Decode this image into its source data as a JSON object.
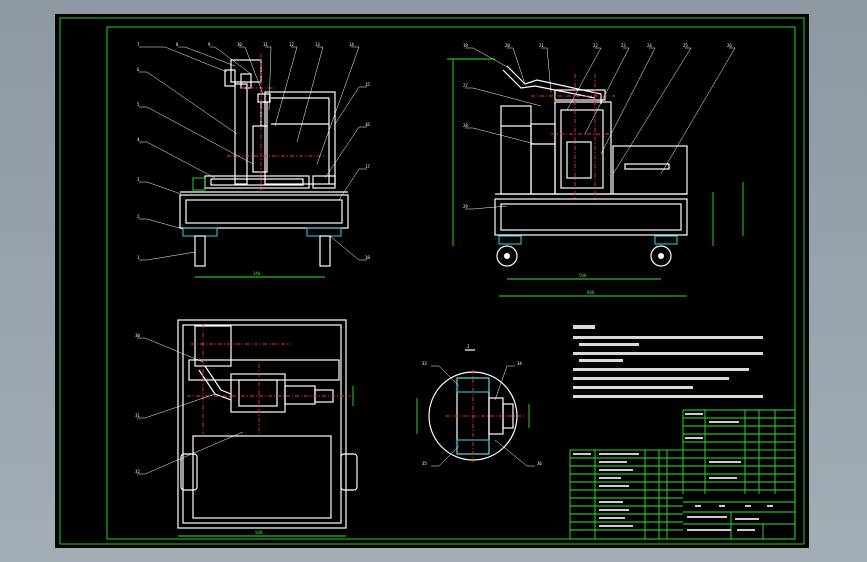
{
  "drawing": {
    "colors": {
      "background": "#000000",
      "frame": "#2ee82e",
      "outline": "#ffffff",
      "centerline": "#ff2a2a",
      "dimension": "#2ee82e",
      "wheel": "#33d6e8"
    },
    "section_label": "I",
    "front_callouts": [
      "7",
      "8",
      "9",
      "10",
      "11",
      "12",
      "13",
      "14",
      "6",
      "5",
      "4",
      "3",
      "2",
      "1",
      "15",
      "16",
      "17",
      "18"
    ],
    "side_callouts": [
      "19",
      "20",
      "21",
      "22",
      "23",
      "24",
      "25",
      "26",
      "27",
      "28",
      "29"
    ],
    "top_callouts": [
      "30",
      "31",
      "32"
    ],
    "detail_callouts": [
      "33",
      "34",
      "35",
      "36"
    ]
  }
}
